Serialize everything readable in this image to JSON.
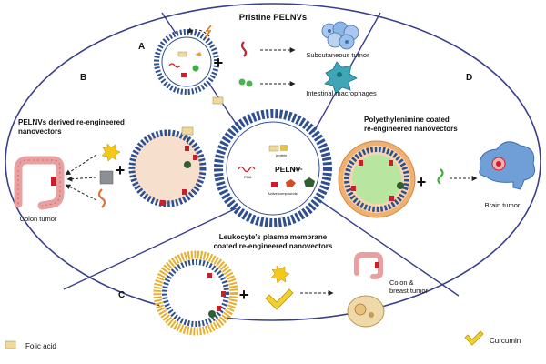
{
  "title": "Pristine PELNVs",
  "sections": {
    "a": {
      "letter": "A",
      "targets": [
        "Subcutaneous tumor",
        "Intestinal macrophages"
      ]
    },
    "b": {
      "letter": "B",
      "title_lines": [
        "PELNVs derived re-engineered",
        "nanovectors"
      ],
      "target": "Colon tumor"
    },
    "c": {
      "letter": "C",
      "title_lines": [
        "Leukocyte's plasma membrane",
        "coated re-engineered nanovectors"
      ],
      "target_lines": [
        "Colon &",
        "breast tumor"
      ]
    },
    "d": {
      "letter": "D",
      "title_lines": [
        "Polyethylenimine coated",
        "re-engineered nanovectors"
      ],
      "target": "Brain tumor"
    }
  },
  "center": {
    "label": "PELNV",
    "tags": {
      "protein": "protein",
      "lipids": "Lipids",
      "rna": "RNA",
      "active": "Active compounds"
    }
  },
  "legend": {
    "folic_acid": "Folic acid",
    "curcumin": "Curcumin"
  },
  "colors": {
    "membrane_blue": "#2f4f8f",
    "ellipse_stroke": "#3a3f8a",
    "folic_acid": "#f3d89a",
    "curcumin": "#f2d12a",
    "tumor_red": "#c8202a",
    "green_drug": "#3fae3f"
  }
}
